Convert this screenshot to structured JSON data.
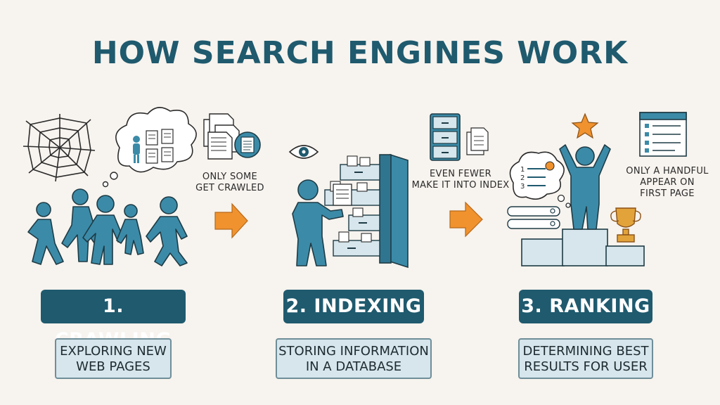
{
  "title": "HOW SEARCH ENGINES WORK",
  "notes": {
    "crawl": [
      "ONLY SOME",
      "GET CRAWLED"
    ],
    "index": [
      "EVEN FEWER",
      "MAKE IT INTO INDEX"
    ],
    "rank": [
      "ONLY A HANDFUL",
      "APPEAR ON",
      "FIRST PAGE"
    ]
  },
  "stages": [
    {
      "label": "1. CRAWLING",
      "desc": [
        "EXPLORING NEW",
        "WEB PAGES"
      ]
    },
    {
      "label": "2. INDEXING",
      "desc": [
        "STORING INFORMATION",
        "IN A DATABASE"
      ]
    },
    {
      "label": "3. RANKING",
      "desc": [
        "DETERMINING BEST",
        "RESULTS FOR USER"
      ]
    }
  ],
  "rank_list": [
    "1",
    "2",
    "3"
  ],
  "colors": {
    "teal": "#1f5a6e",
    "figure": "#3b8ba8",
    "arrow": "#f0922e",
    "light": "#d6e6ec",
    "star": "#f0922e",
    "trophy": "#e2a33b"
  },
  "icons": [
    "spider-web-icon",
    "thought-bubble-icon",
    "document-stack-icon",
    "eye-icon",
    "filing-cabinet-icon",
    "star-icon",
    "trophy-icon",
    "browser-window-icon",
    "search-bar-icon",
    "arrow-right-icon"
  ]
}
